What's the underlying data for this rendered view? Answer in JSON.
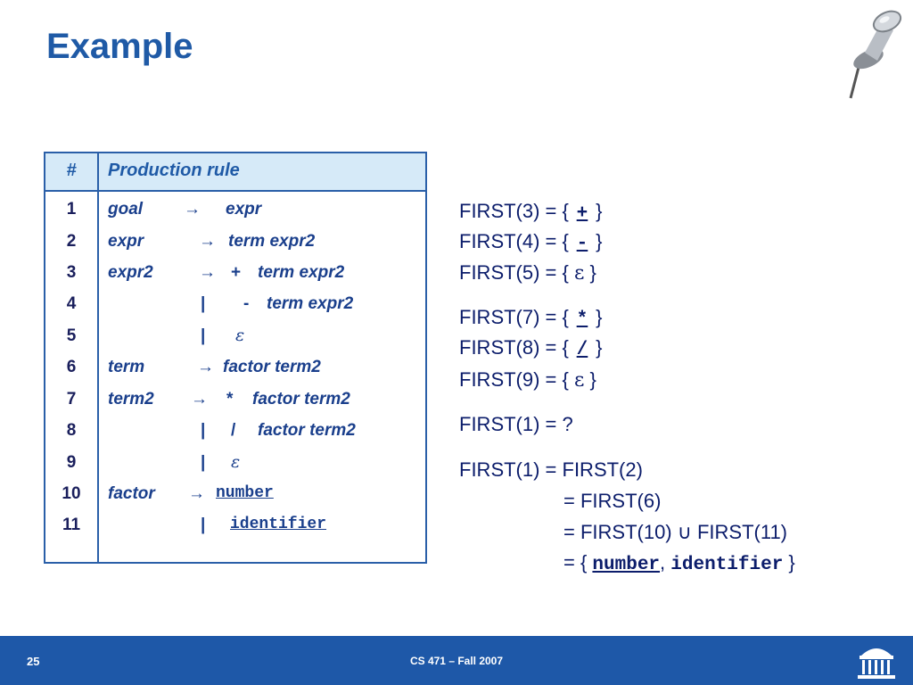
{
  "slide": {
    "title": "Example"
  },
  "table": {
    "header_num": "#",
    "header_rule": "Production rule",
    "numbers": [
      "1",
      "2",
      "3",
      "4",
      "5",
      "6",
      "7",
      "8",
      "9",
      "10",
      "11"
    ],
    "rows": [
      {
        "lhs": "goal",
        "rhs": "expr"
      },
      {
        "lhs": "expr",
        "rhs": "term  expr2"
      },
      {
        "lhs": "expr2",
        "op": "+",
        "rhs": "term expr2"
      },
      {
        "bar": "|",
        "op": "-",
        "rhs": "term expr2"
      },
      {
        "bar": "|",
        "eps": "ε"
      },
      {
        "lhs": "term",
        "rhs": "factor term2"
      },
      {
        "lhs": "term2",
        "op": "*",
        "rhs": "factor  term2"
      },
      {
        "bar": "|",
        "op": "/",
        "rhs": "factor   term2"
      },
      {
        "bar": "|",
        "eps": "ε"
      },
      {
        "lhs": "factor",
        "rhs_mono": "number"
      },
      {
        "bar": "|",
        "rhs_mono": "identifier"
      }
    ],
    "arrow": "→"
  },
  "first_sets": {
    "l1": {
      "pre": "FIRST(3) = { ",
      "val": "+",
      "post": " }"
    },
    "l2": {
      "pre": "FIRST(4) = { ",
      "val": "-",
      "post": " }"
    },
    "l3": {
      "pre": "FIRST(5) = { ",
      "val": "ε",
      "post": " }"
    },
    "l4": {
      "pre": "FIRST(7) = { ",
      "val": "*",
      "post": " }"
    },
    "l5": {
      "pre": "FIRST(8) = { ",
      "val": "/",
      "post": " }"
    },
    "l6": {
      "pre": "FIRST(9) = { ",
      "val": "ε",
      "post": " }"
    },
    "q": "FIRST(1) = ?",
    "d1": "FIRST(1) = FIRST(2)",
    "d2": "= FIRST(6)",
    "d3": "= FIRST(10) ∪ FIRST(11)",
    "d4_pre": "= { ",
    "d4_a": "number",
    "d4_sep": ", ",
    "d4_b": "identifier",
    "d4_post": " }"
  },
  "footer": {
    "page": "25",
    "course": "CS 471 – Fall 2007"
  },
  "icons": {
    "pin": "pushpin-icon",
    "logo": "rotunda-logo"
  },
  "colors": {
    "accent": "#1f5aa6",
    "footer": "#1e58a8",
    "header_fill": "#d6eaf8"
  }
}
